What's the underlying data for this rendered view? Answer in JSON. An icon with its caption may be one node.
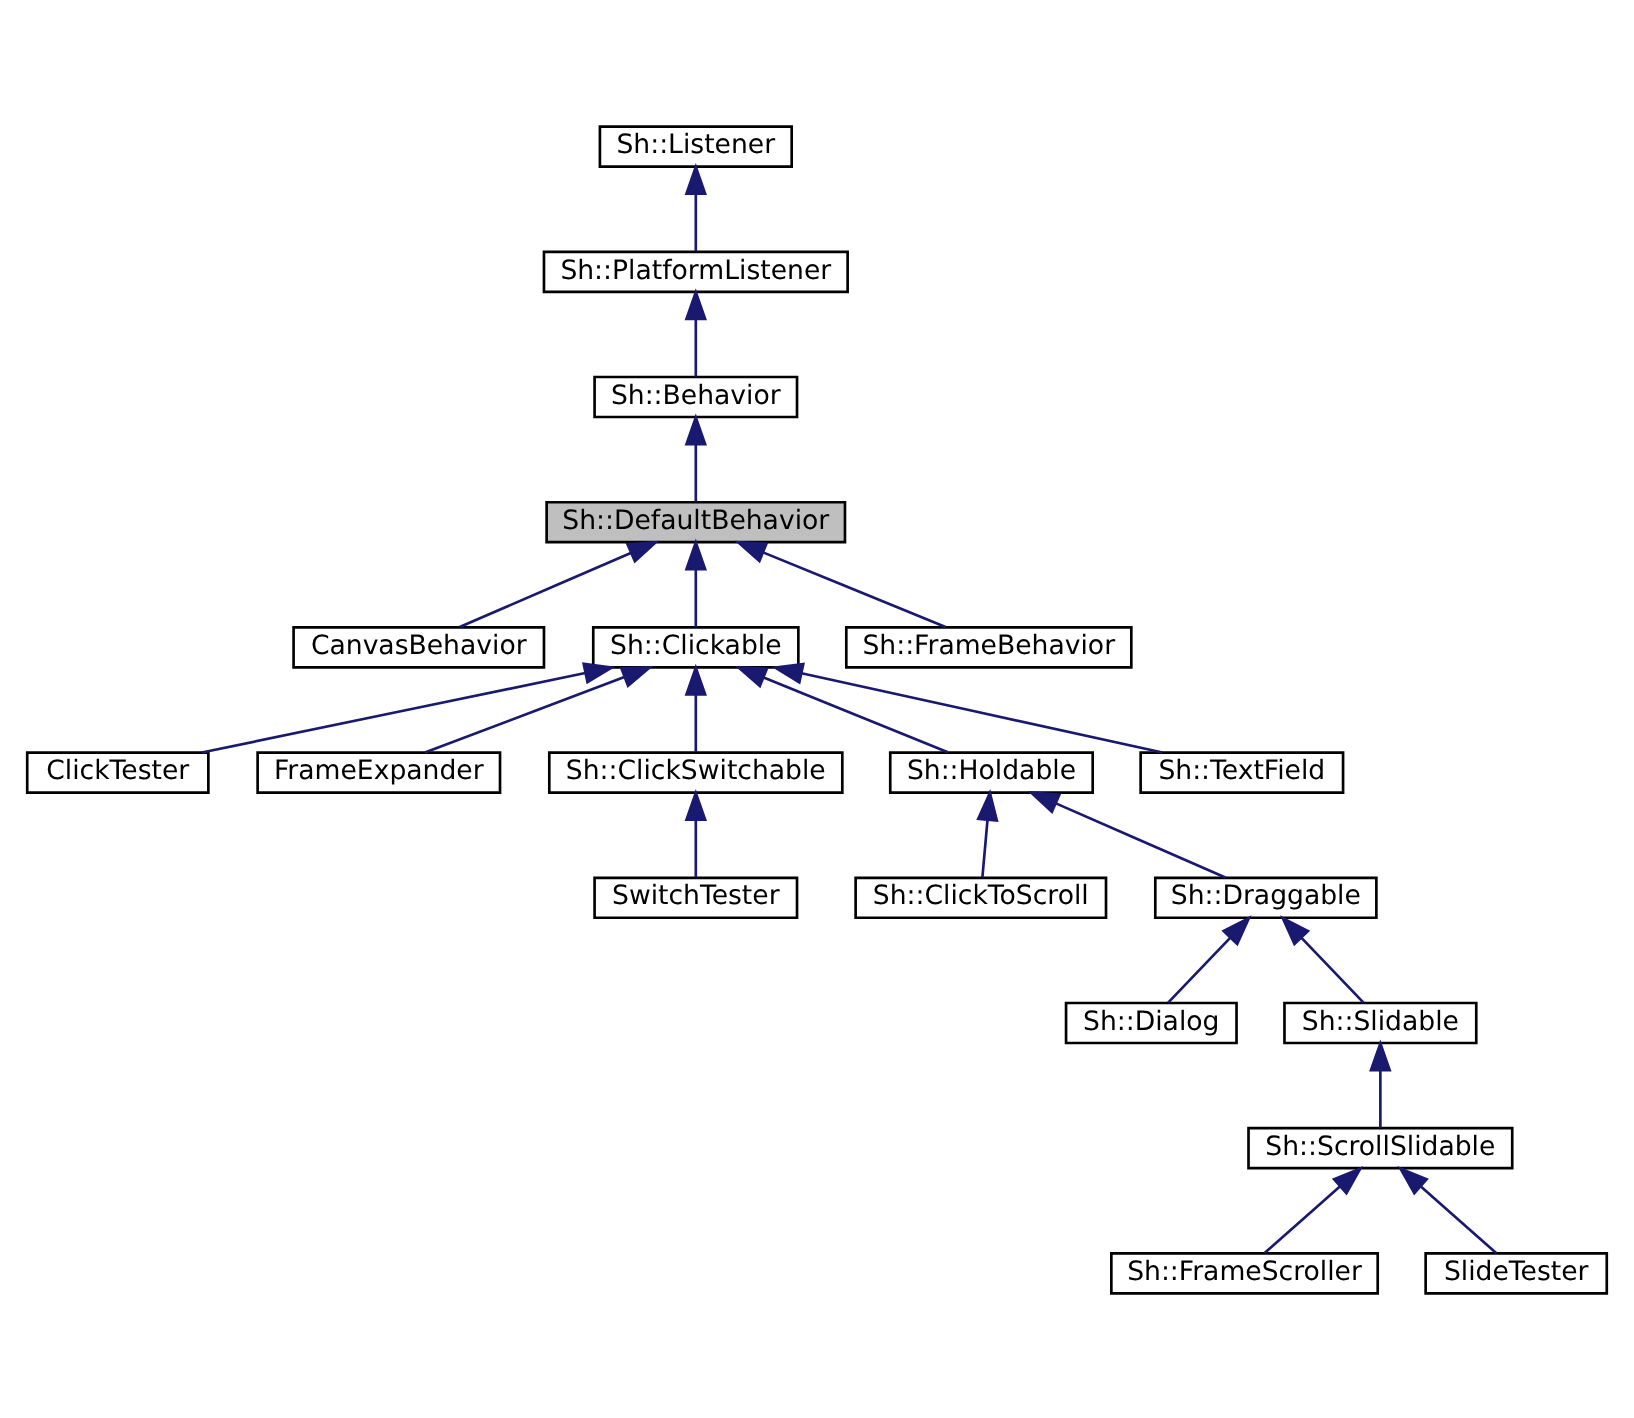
{
  "diagram": {
    "nodes": [
      {
        "text": [
          "Sh::Listener"
        ]
      },
      {
        "text": [
          "Sh::PlatformListener"
        ]
      },
      {
        "text": [
          "Sh::Behavior"
        ]
      },
      {
        "text": [
          "Sh::DefaultBehavior"
        ]
      },
      {
        "text": [
          "CanvasBehavior"
        ]
      },
      {
        "text": [
          "Sh::Clickable"
        ]
      },
      {
        "text": [
          "Sh::FrameBehavior"
        ]
      },
      {
        "text": [
          "ClickTester"
        ]
      },
      {
        "text": [
          "FrameExpander"
        ]
      },
      {
        "text": [
          "Sh::ClickSwitchable"
        ]
      },
      {
        "text": [
          "Sh::Holdable"
        ]
      },
      {
        "text": [
          "Sh::TextField"
        ]
      },
      {
        "text": [
          "SwitchTester"
        ]
      },
      {
        "text": [
          "Sh::ClickToScroll"
        ]
      },
      {
        "text": [
          "Sh::Draggable"
        ]
      },
      {
        "text": [
          "Sh::Dialog"
        ]
      },
      {
        "text": [
          "Sh::Slidable"
        ]
      },
      {
        "text": [
          "Sh::ScrollSlidable"
        ]
      },
      {
        "text": [
          "Sh::FrameScroller"
        ]
      },
      {
        "text": [
          "SlideTester"
        ]
      }
    ],
    "edges": [
      {
        "from": 1,
        "to": 0,
        "arrow": "to"
      },
      {
        "from": 2,
        "to": 1,
        "arrow": "to"
      },
      {
        "from": 3,
        "to": 2,
        "arrow": "to"
      },
      {
        "from": 4,
        "to": 3,
        "arrow": "to"
      },
      {
        "from": 5,
        "to": 3,
        "arrow": "to"
      },
      {
        "from": 6,
        "to": 3,
        "arrow": "to"
      },
      {
        "from": 7,
        "to": 5,
        "arrow": "to"
      },
      {
        "from": 8,
        "to": 5,
        "arrow": "to"
      },
      {
        "from": 9,
        "to": 5,
        "arrow": "to"
      },
      {
        "from": 10,
        "to": 5,
        "arrow": "to"
      },
      {
        "from": 11,
        "to": 5,
        "arrow": "to"
      },
      {
        "from": 12,
        "to": 9,
        "arrow": "to"
      },
      {
        "from": 13,
        "to": 10,
        "arrow": "to"
      },
      {
        "from": 14,
        "to": 10,
        "arrow": "to"
      },
      {
        "from": 15,
        "to": 14,
        "arrow": "to"
      },
      {
        "from": 16,
        "to": 14,
        "arrow": "to"
      },
      {
        "from": 17,
        "to": 16,
        "arrow": "to"
      },
      {
        "from": 18,
        "to": 17,
        "arrow": "to"
      },
      {
        "from": 19,
        "to": 17,
        "arrow": "to"
      }
    ]
  }
}
